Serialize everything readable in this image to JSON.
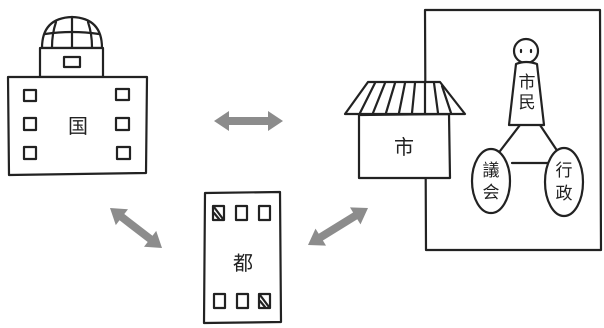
{
  "diagram": {
    "nodes": {
      "kuni": {
        "label": "国"
      },
      "to": {
        "label": "都"
      },
      "shi": {
        "label": "市"
      },
      "shimin": {
        "label": "市民"
      },
      "gikai": {
        "label": "議会"
      },
      "gyosei": {
        "label": "行政"
      }
    },
    "edges": [
      {
        "from": "kuni",
        "to": "shi",
        "direction": "both"
      },
      {
        "from": "kuni",
        "to": "to",
        "direction": "both"
      },
      {
        "from": "to",
        "to": "shi",
        "direction": "both"
      },
      {
        "from": "shimin",
        "to": "gikai",
        "direction": "none"
      },
      {
        "from": "shimin",
        "to": "gyosei",
        "direction": "none"
      },
      {
        "from": "gikai",
        "to": "gyosei",
        "direction": "none"
      }
    ],
    "colors": {
      "ink": "#222222",
      "arrow": "#8c8c8c",
      "background": "#ffffff"
    }
  }
}
